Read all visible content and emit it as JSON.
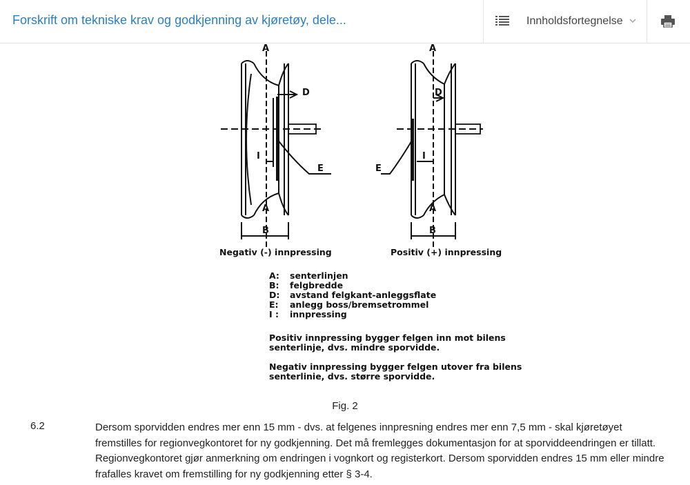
{
  "header": {
    "title": "Forskrift om tekniske krav og godkjenning av kjøretøy, dele...",
    "toc_label": "Innholdsfortegnelse",
    "toc_icon": "list-icon",
    "chevron_icon": "chevron-down-icon",
    "print_icon": "print-icon"
  },
  "figure": {
    "labels": {
      "a": "A",
      "b": "B",
      "d": "D",
      "e": "E",
      "i": "I"
    },
    "negative_title": "Negativ (-) innpressing",
    "positive_title": "Positiv (+) innpressing",
    "legend": [
      {
        "key": "A:",
        "text": "senterlinjen"
      },
      {
        "key": "B:",
        "text": "felgbredde"
      },
      {
        "key": "D:",
        "text": "avstand felgkant-anleggsflate"
      },
      {
        "key": "E:",
        "text": "anlegg boss/bremsetrommel"
      },
      {
        "key": "I :",
        "text": "innpressing"
      }
    ],
    "note1": [
      "Positiv innpressing bygger felgen inn mot bilens",
      "senterlinje, dvs. mindre sporvidde."
    ],
    "note2": [
      "Negativ innpressing bygger felgen utover fra bilens",
      "senterlinie, dvs. større sporvidde."
    ],
    "caption": "Fig. 2"
  },
  "paragraph": {
    "number": "6.2",
    "text": "Dersom sporvidden endres mer enn 15 mm - dvs. at felgenes innpresning endres mer enn 7,5 mm - skal kjøretøyet fremstilles for regionvegkontoret for ny godkjenning. Det må fremlegges dokumentasjon for at sporviddeendringen er tillatt. Regionvegkontoret gjør anmerkning om endringen i vognkort og registerkort. Dersom sporvidden endres 15 mm eller mindre frafalles kravet om fremstilling for ny godkjenning etter § 3-4."
  }
}
